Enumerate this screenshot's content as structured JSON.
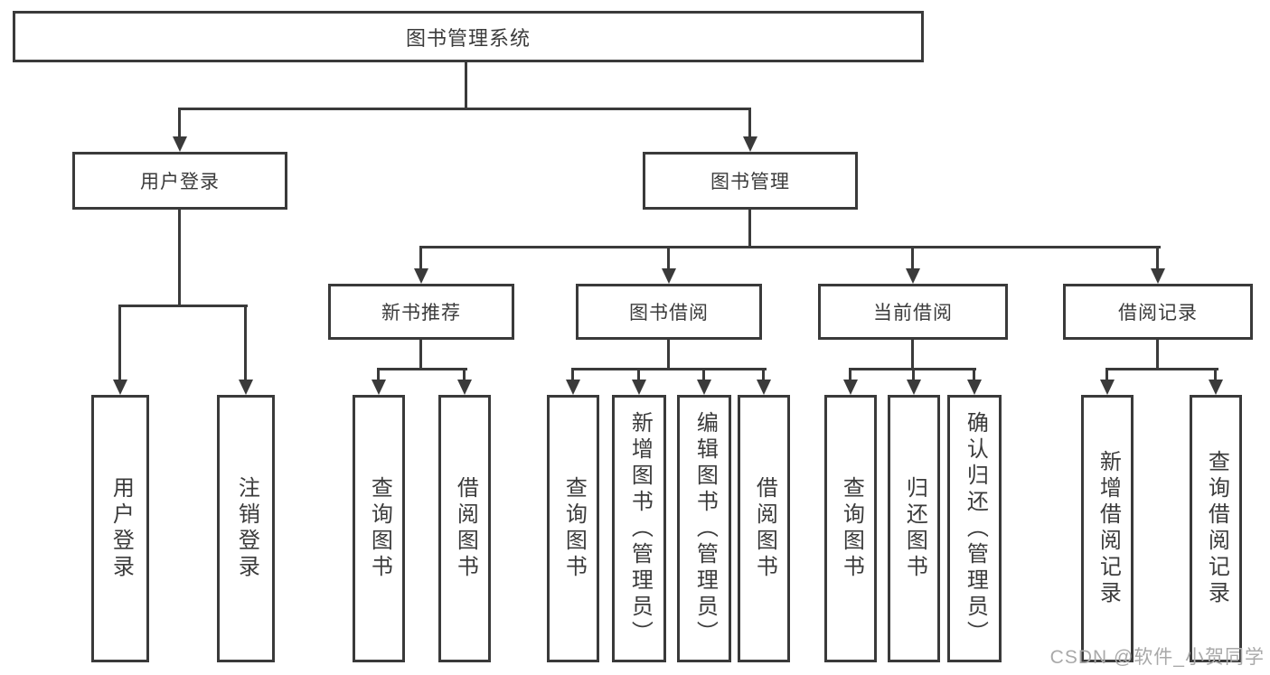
{
  "colors": {
    "line": "#3a3a3a",
    "text": "#3b3b3b",
    "watermark": "#a9a9a9",
    "background": "#ffffff"
  },
  "tree": {
    "label": "图书管理系统",
    "children": [
      {
        "label": "用户登录",
        "children": [
          {
            "label": "用户登录"
          },
          {
            "label": "注销登录"
          }
        ]
      },
      {
        "label": "图书管理",
        "children": [
          {
            "label": "新书推荐",
            "children": [
              {
                "label": "查询图书"
              },
              {
                "label": "借阅图书"
              }
            ]
          },
          {
            "label": "图书借阅",
            "children": [
              {
                "label": "查询图书"
              },
              {
                "label": "新增图书（管理员）"
              },
              {
                "label": "编辑图书（管理员）"
              },
              {
                "label": "借阅图书"
              }
            ]
          },
          {
            "label": "当前借阅",
            "children": [
              {
                "label": "查询图书"
              },
              {
                "label": "归还图书"
              },
              {
                "label": "确认归还（管理员）"
              }
            ]
          },
          {
            "label": "借阅记录",
            "children": [
              {
                "label": "新增借阅记录"
              },
              {
                "label": "查询借阅记录"
              }
            ]
          }
        ]
      }
    ]
  },
  "watermark": {
    "text": "CSDN @软件_小贺同学"
  }
}
